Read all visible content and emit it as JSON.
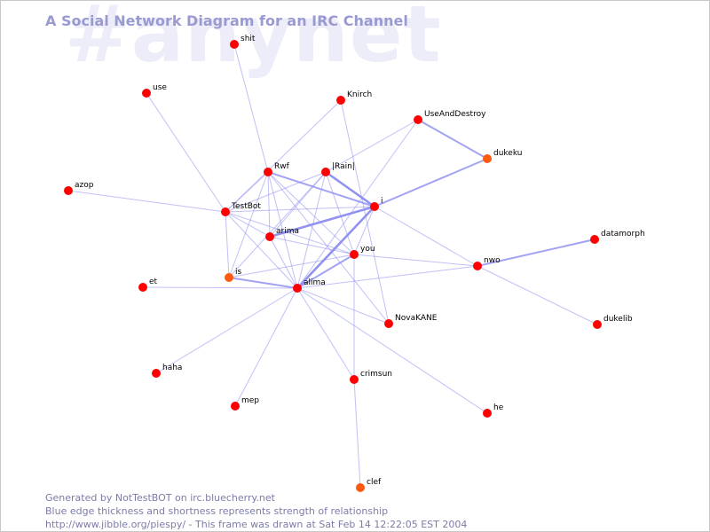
{
  "watermark": "#anynet",
  "title": "A Social Network Diagram for an IRC Channel",
  "footer": {
    "line1": "Generated by NotTestBOT on irc.bluecherry.net",
    "line2": "Blue edge thickness and shortness represents strength of relationship",
    "line3": "http://www.jibble.org/piespy/ - This frame was drawn at Sat Feb 14 12:22:05 EST 2004"
  },
  "colors": {
    "node_red": "#ff0000",
    "node_orange": "#ff5a10",
    "edge": "#8c8cf0",
    "title": "#9a9ad2",
    "watermark": "#ededfa",
    "footer": "#7c7ca8"
  },
  "nodes": [
    {
      "id": "shit",
      "label": "shit"
    },
    {
      "id": "use",
      "label": "use"
    },
    {
      "id": "Knirch",
      "label": "Knirch"
    },
    {
      "id": "UseAndDestroy",
      "label": "UseAndDestroy"
    },
    {
      "id": "dukeku",
      "label": "dukeku"
    },
    {
      "id": "azop",
      "label": "azop"
    },
    {
      "id": "Rwf",
      "label": "Rwf"
    },
    {
      "id": "Rain",
      "label": "|Rain|"
    },
    {
      "id": "i",
      "label": "i"
    },
    {
      "id": "TestBot",
      "label": "TestBot"
    },
    {
      "id": "arima_top",
      "label": "arima"
    },
    {
      "id": "datamorph",
      "label": "datamorph"
    },
    {
      "id": "you",
      "label": "you"
    },
    {
      "id": "nwo",
      "label": "nwo"
    },
    {
      "id": "is",
      "label": "is"
    },
    {
      "id": "et",
      "label": "et"
    },
    {
      "id": "alima",
      "label": "alima"
    },
    {
      "id": "NovaKANE",
      "label": "NovaKANE"
    },
    {
      "id": "dukelib",
      "label": "dukelib"
    },
    {
      "id": "haha",
      "label": "haha"
    },
    {
      "id": "crimsun",
      "label": "crimsun"
    },
    {
      "id": "mep",
      "label": "mep"
    },
    {
      "id": "he",
      "label": "he"
    },
    {
      "id": "clef",
      "label": "clef"
    }
  ],
  "edges": [
    {
      "source": "shit",
      "target": "Rwf",
      "weight": 1
    },
    {
      "source": "use",
      "target": "TestBot",
      "weight": 1
    },
    {
      "source": "Knirch",
      "target": "TestBot",
      "weight": 1
    },
    {
      "source": "Knirch",
      "target": "NovaKANE",
      "weight": 1
    },
    {
      "source": "UseAndDestroy",
      "target": "dukeku",
      "weight": 2
    },
    {
      "source": "UseAndDestroy",
      "target": "Rain",
      "weight": 1
    },
    {
      "source": "UseAndDestroy",
      "target": "alima",
      "weight": 1
    },
    {
      "source": "dukeku",
      "target": "i",
      "weight": 2
    },
    {
      "source": "azop",
      "target": "TestBot",
      "weight": 1
    },
    {
      "source": "Rwf",
      "target": "i",
      "weight": 2
    },
    {
      "source": "Rwf",
      "target": "TestBot",
      "weight": 1
    },
    {
      "source": "Rwf",
      "target": "arima_top",
      "weight": 1
    },
    {
      "source": "Rwf",
      "target": "you",
      "weight": 1
    },
    {
      "source": "Rwf",
      "target": "alima",
      "weight": 1
    },
    {
      "source": "Rwf",
      "target": "is",
      "weight": 1
    },
    {
      "source": "Rwf",
      "target": "NovaKANE",
      "weight": 1
    },
    {
      "source": "Rain",
      "target": "i",
      "weight": 3
    },
    {
      "source": "Rain",
      "target": "TestBot",
      "weight": 1
    },
    {
      "source": "Rain",
      "target": "arima_top",
      "weight": 1
    },
    {
      "source": "Rain",
      "target": "you",
      "weight": 1
    },
    {
      "source": "Rain",
      "target": "alima",
      "weight": 1
    },
    {
      "source": "Rain",
      "target": "is",
      "weight": 1
    },
    {
      "source": "i",
      "target": "arima_top",
      "weight": 3
    },
    {
      "source": "i",
      "target": "alima",
      "weight": 3
    },
    {
      "source": "i",
      "target": "you",
      "weight": 1
    },
    {
      "source": "i",
      "target": "TestBot",
      "weight": 1
    },
    {
      "source": "i",
      "target": "nwo",
      "weight": 1
    },
    {
      "source": "TestBot",
      "target": "arima_top",
      "weight": 1
    },
    {
      "source": "TestBot",
      "target": "is",
      "weight": 1
    },
    {
      "source": "TestBot",
      "target": "alima",
      "weight": 1
    },
    {
      "source": "TestBot",
      "target": "you",
      "weight": 1
    },
    {
      "source": "arima_top",
      "target": "you",
      "weight": 1
    },
    {
      "source": "arima_top",
      "target": "alima",
      "weight": 1
    },
    {
      "source": "you",
      "target": "alima",
      "weight": 2
    },
    {
      "source": "you",
      "target": "nwo",
      "weight": 1
    },
    {
      "source": "you",
      "target": "is",
      "weight": 1
    },
    {
      "source": "you",
      "target": "crimsun",
      "weight": 1
    },
    {
      "source": "nwo",
      "target": "datamorph",
      "weight": 2
    },
    {
      "source": "nwo",
      "target": "dukelib",
      "weight": 1
    },
    {
      "source": "nwo",
      "target": "alima",
      "weight": 1
    },
    {
      "source": "is",
      "target": "alima",
      "weight": 2
    },
    {
      "source": "et",
      "target": "alima",
      "weight": 1
    },
    {
      "source": "alima",
      "target": "haha",
      "weight": 1
    },
    {
      "source": "alima",
      "target": "mep",
      "weight": 1
    },
    {
      "source": "alima",
      "target": "crimsun",
      "weight": 1
    },
    {
      "source": "alima",
      "target": "he",
      "weight": 1
    },
    {
      "source": "alima",
      "target": "NovaKANE",
      "weight": 1
    },
    {
      "source": "crimsun",
      "target": "clef",
      "weight": 1
    }
  ]
}
